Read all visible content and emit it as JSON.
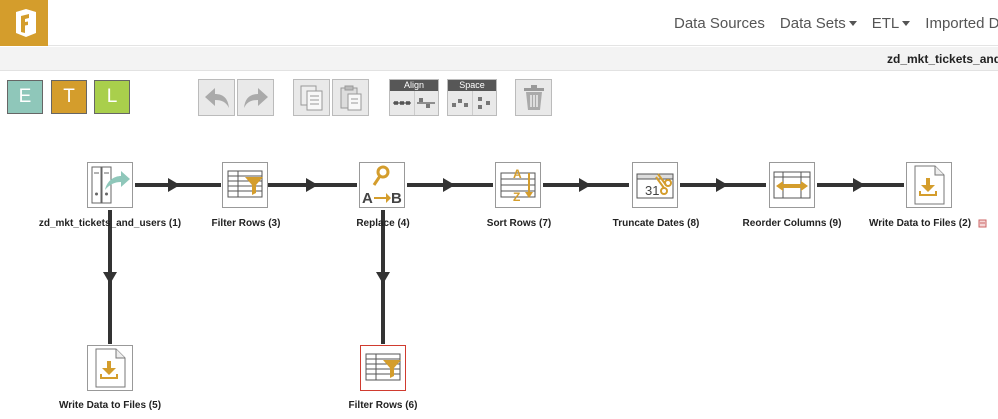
{
  "nav": {
    "items": [
      {
        "label": "Data Sources",
        "dropdown": false
      },
      {
        "label": "Data Sets",
        "dropdown": true
      },
      {
        "label": "ETL",
        "dropdown": true
      },
      {
        "label": "Imported Data",
        "dropdown": false
      }
    ]
  },
  "titlebar": {
    "dataset_name": "zd_mkt_tickets_and_users"
  },
  "toolbar": {
    "extract_label": "E",
    "transform_label": "T",
    "load_label": "L",
    "align_label": "Align",
    "space_label": "Space"
  },
  "flow": {
    "nodes": [
      {
        "id": "n1",
        "label": "zd_mkt_tickets_and_users (1)",
        "icon": "data-source-icon"
      },
      {
        "id": "n3",
        "label": "Filter Rows (3)",
        "icon": "filter-rows-icon"
      },
      {
        "id": "n4",
        "label": "Replace (4)",
        "icon": "replace-icon"
      },
      {
        "id": "n7",
        "label": "Sort Rows (7)",
        "icon": "sort-rows-icon"
      },
      {
        "id": "n8",
        "label": "Truncate Dates (8)",
        "icon": "truncate-dates-icon"
      },
      {
        "id": "n9",
        "label": "Reorder Columns (9)",
        "icon": "reorder-columns-icon"
      },
      {
        "id": "n2",
        "label": "Write Data to Files (2)",
        "icon": "write-files-icon"
      },
      {
        "id": "n5",
        "label": "Write Data to Files (5)",
        "icon": "write-files-icon"
      },
      {
        "id": "n6",
        "label": "Filter Rows (6)",
        "icon": "filter-rows-icon",
        "selected": true
      }
    ],
    "connections": [
      [
        "n1",
        "n3"
      ],
      [
        "n3",
        "n4"
      ],
      [
        "n4",
        "n7"
      ],
      [
        "n7",
        "n8"
      ],
      [
        "n8",
        "n9"
      ],
      [
        "n9",
        "n2"
      ],
      [
        "n1",
        "n5"
      ],
      [
        "n4",
        "n6"
      ]
    ]
  },
  "colors": {
    "extract": "#8fc7ba",
    "transform": "#d49d2c",
    "load": "#a9cf4c",
    "accent": "#d49d2c",
    "selected_border": "#d03b2f"
  }
}
